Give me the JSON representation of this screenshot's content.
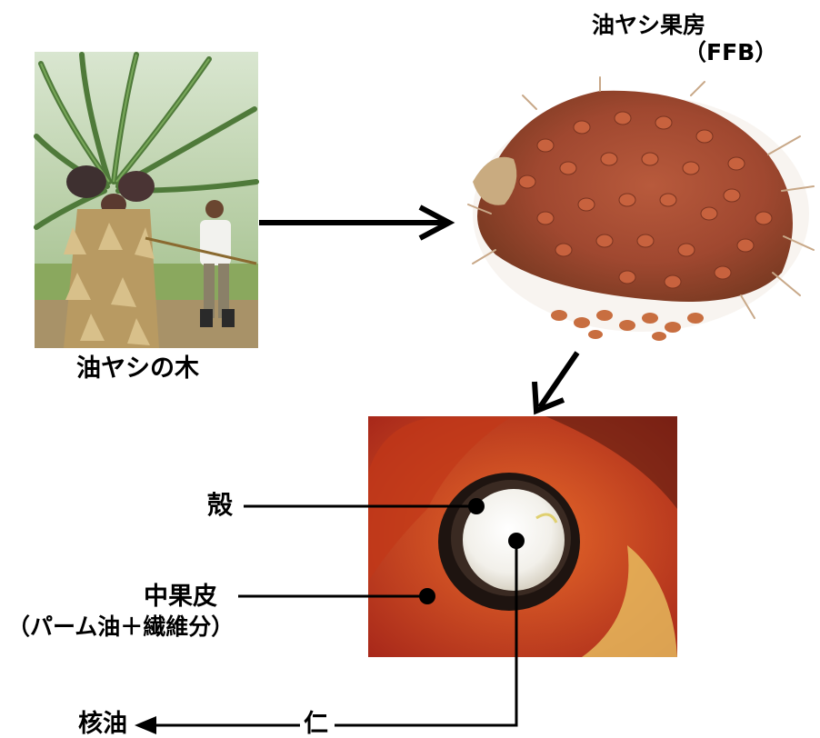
{
  "labels": {
    "tree": "油ヤシの木",
    "ffb_line1": "油ヤシ果房",
    "ffb_line2": "（FFB）",
    "shell": "殻",
    "mesocarp_line1": "中果皮",
    "mesocarp_line2": "（パーム油＋繊維分）",
    "kernel": "仁",
    "kernel_oil": "核油"
  },
  "images": {
    "tree": "oil-palm-tree-photo",
    "ffb": "fresh-fruit-bunch-photo",
    "fruit": "fruit-cross-section-photo"
  }
}
